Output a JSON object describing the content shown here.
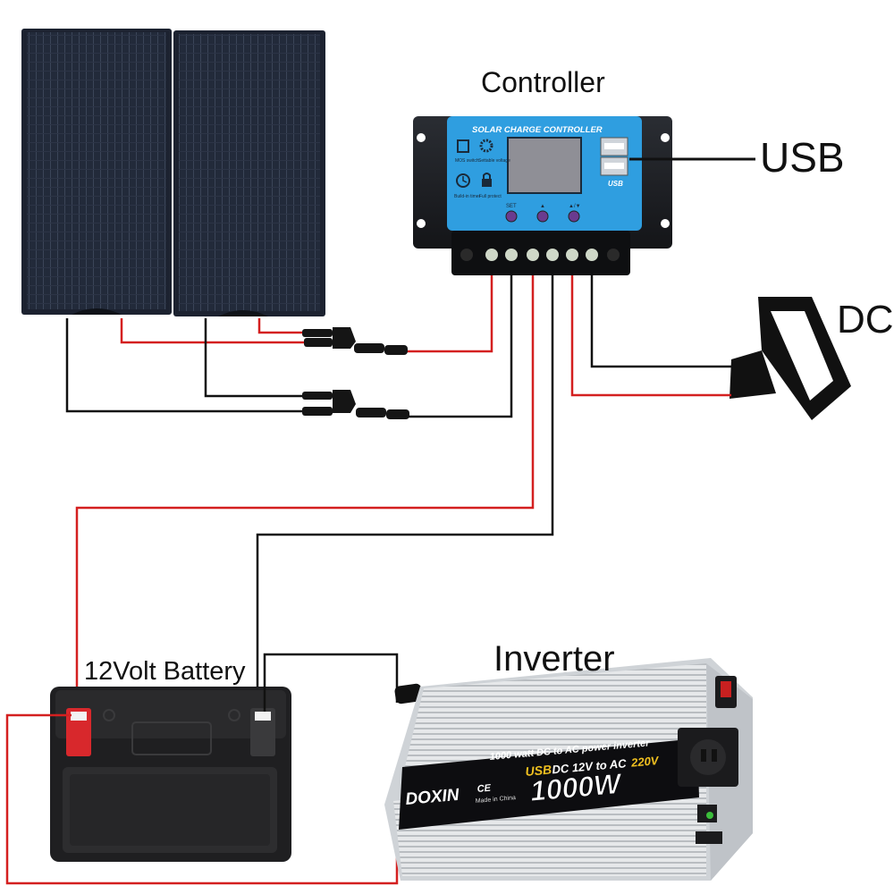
{
  "labels": {
    "controller": "Controller",
    "usb": "USB",
    "dc": "DC",
    "battery": "12Volt Battery",
    "inverter": "Inverter"
  },
  "controller_panel": {
    "title": "SOLAR CHARGE CONTROLLER",
    "icon_labels": [
      "MOS switch",
      "Settable voltage",
      "Build-in timer",
      "Full protect"
    ],
    "usb_badge": "USB",
    "button_labels": [
      "SET",
      "▲",
      "▲/▼"
    ]
  },
  "inverter_panel": {
    "description": "1000 watt DC to AC power inverter",
    "usb": "USB",
    "spec_dc": "DC 12V to AC",
    "spec_ac": "220V",
    "brand": "DOXIN",
    "model": "1000W",
    "ce": "CE",
    "made_in": "Made in China"
  },
  "colors": {
    "positive_wire": "#d42020",
    "negative_wire": "#111111",
    "controller_face": "#2f9ee0",
    "panel": "#1d2433",
    "inverter_body": "#d9dcdf"
  }
}
